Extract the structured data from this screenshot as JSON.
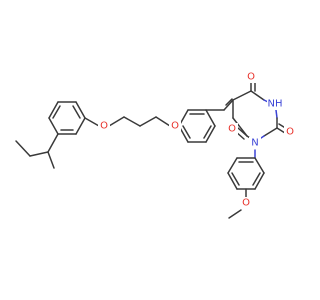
{
  "molecule": {
    "atom_labels": {
      "o_ether_left": "O",
      "o_ether_right": "O",
      "o_carbonyl_top": "O",
      "o_carbonyl_right": "O",
      "o_carbonyl_left": "O",
      "o_methoxy": "O",
      "n_ring_upper": "NH",
      "n_ring_lower": "N"
    },
    "colors": {
      "bond": "#3a3a3a",
      "oxygen": "#e8312a",
      "nitrogen": "#3b44d6",
      "background": "#ffffff"
    }
  }
}
